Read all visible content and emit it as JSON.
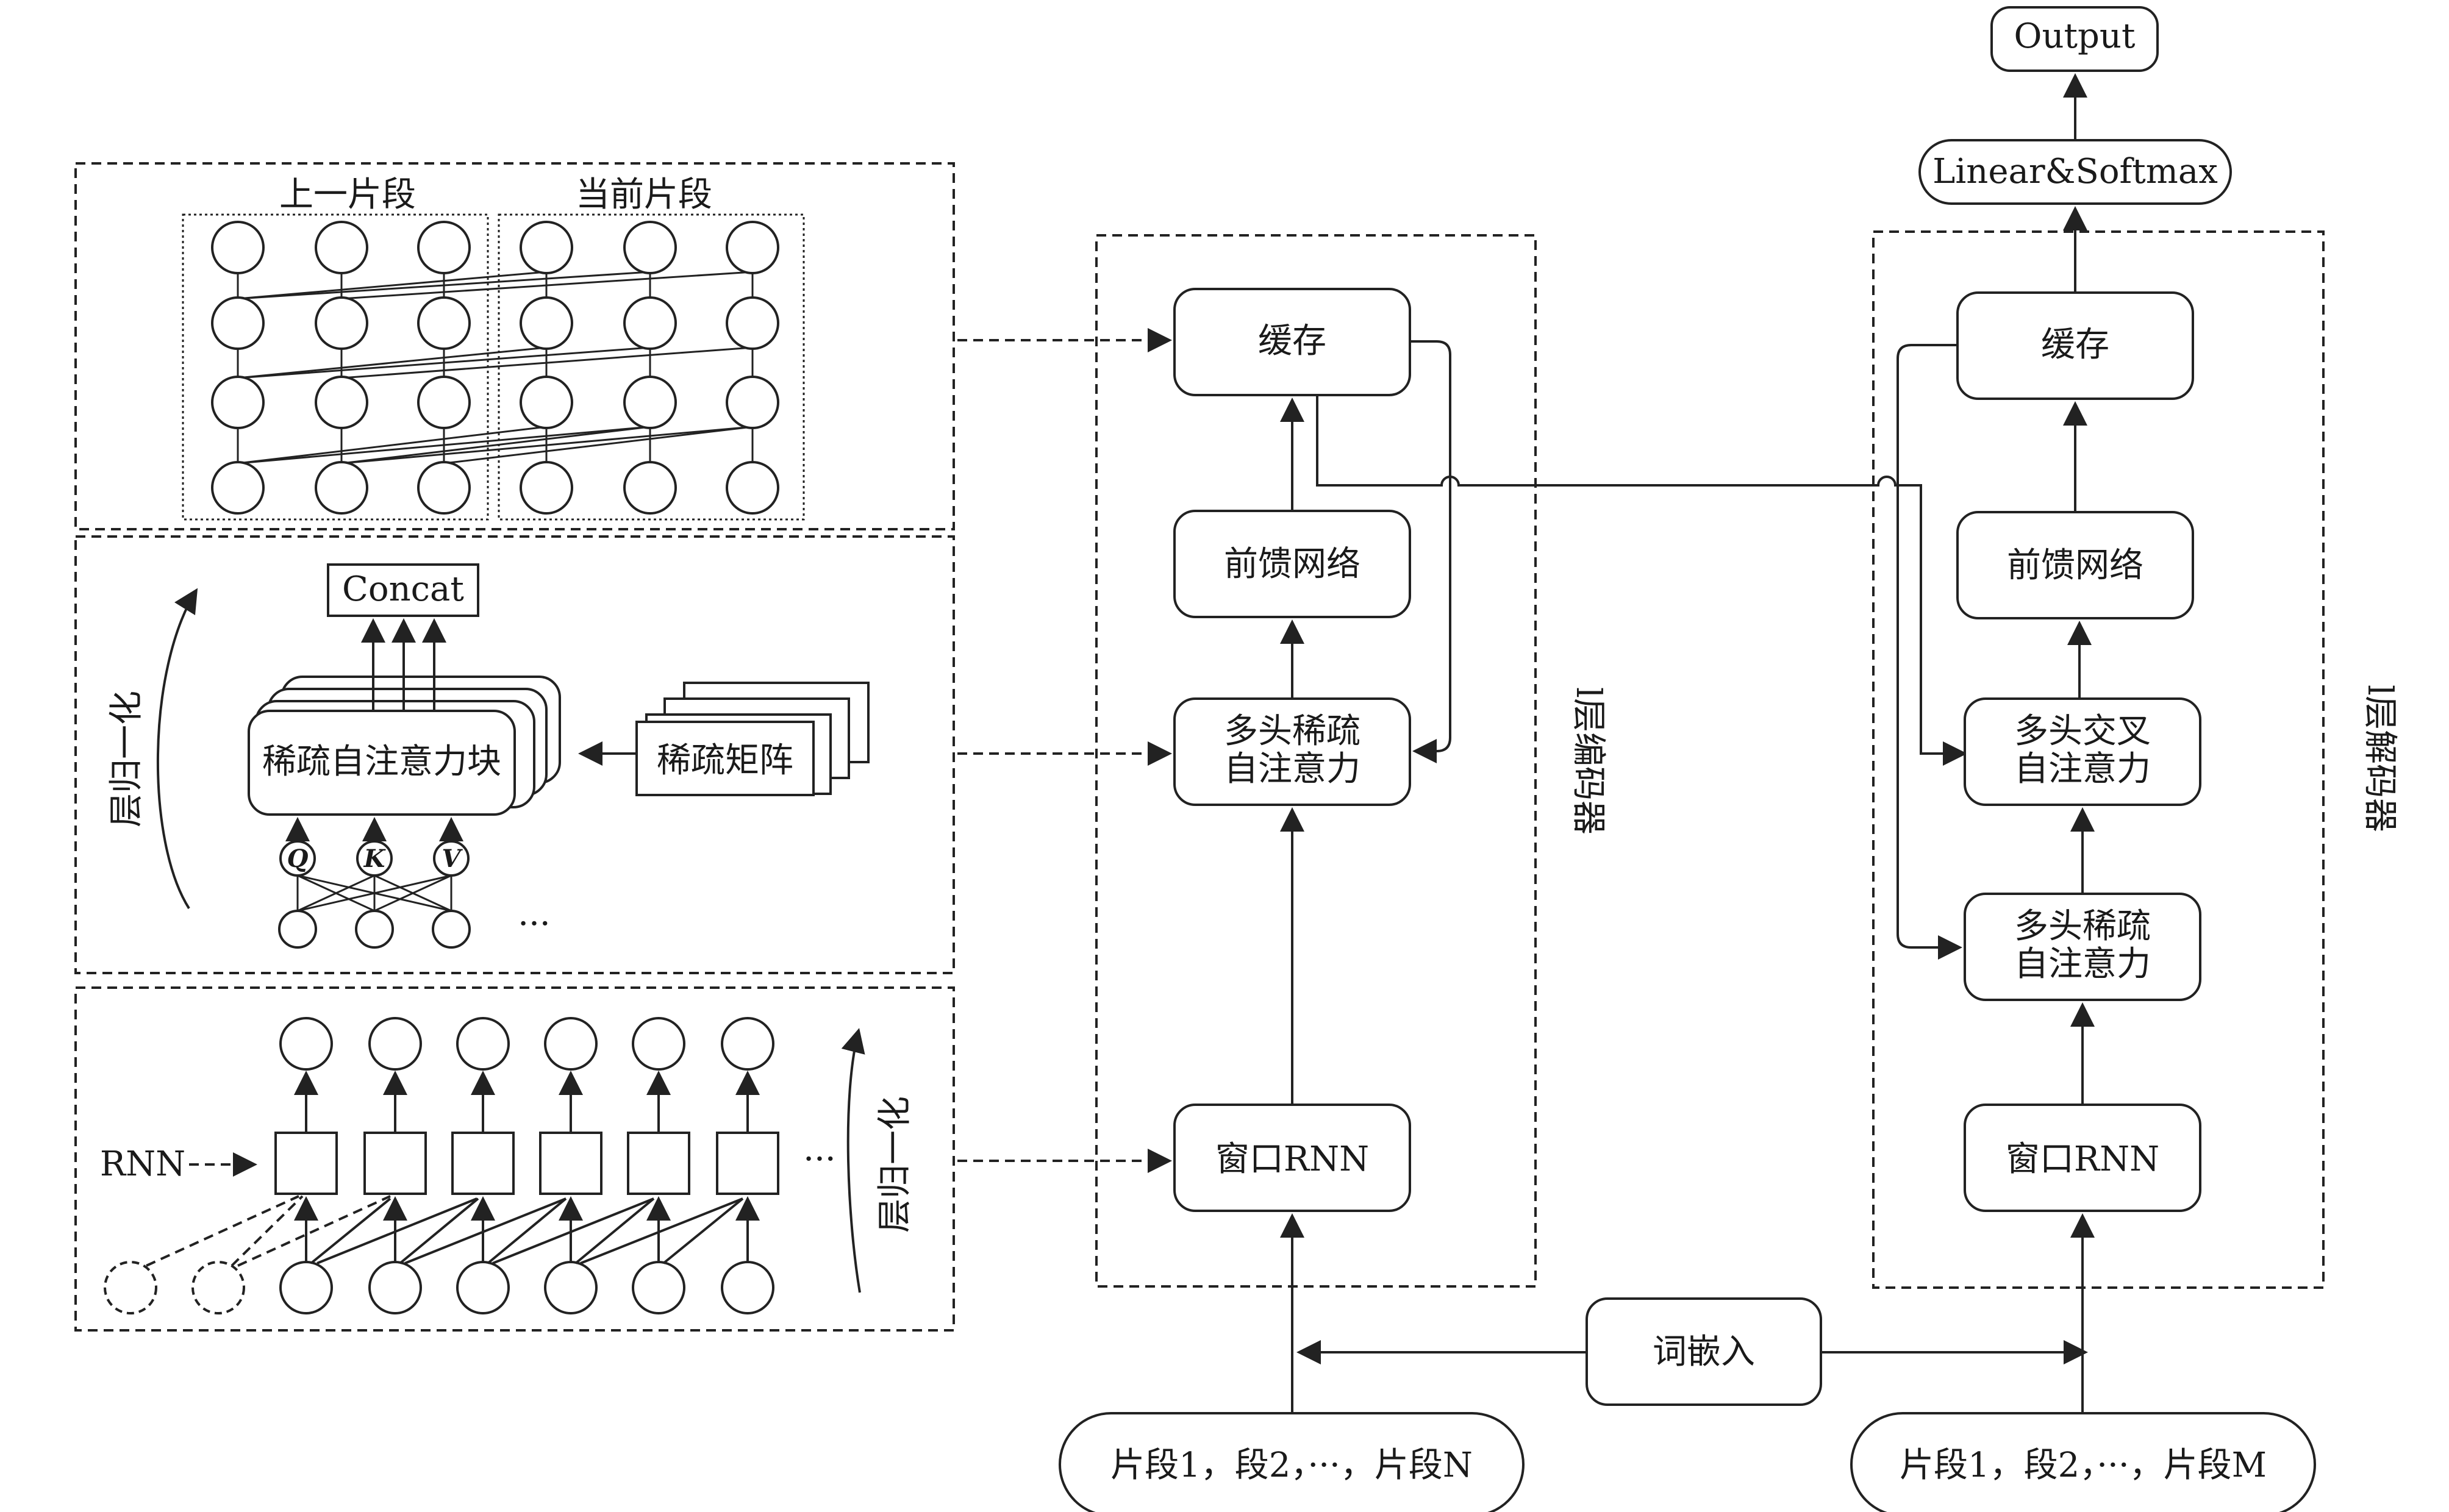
{
  "segments": {
    "previous": "上一片段",
    "current": "当前片段"
  },
  "left": {
    "concat": "Concat",
    "sparse_block": "稀疏自注意力块",
    "sparse_matrix": "稀疏矩阵",
    "layer_norm": "层归一化",
    "q": "Q",
    "k": "K",
    "v": "V",
    "ellipsis": "···",
    "rnn": "RNN"
  },
  "encoder": {
    "label": "l层编码器",
    "cache": "缓存",
    "ffn": "前馈网络",
    "mhsa_line1": "多头稀疏",
    "mhsa_line2": "自注意力",
    "window_rnn": "窗口RNN",
    "input": "片段1，段2，···，片段N"
  },
  "decoder": {
    "label": "l层解码器",
    "output": "Output",
    "linear_softmax": "Linear&Softmax",
    "cache": "缓存",
    "ffn": "前馈网络",
    "cross_line1": "多头交叉",
    "cross_line2": "自注意力",
    "mhsa_line1": "多头稀疏",
    "mhsa_line2": "自注意力",
    "window_rnn": "窗口RNN",
    "input": "片段1，段2，···，片段M"
  },
  "word_embedding": "词嵌入"
}
